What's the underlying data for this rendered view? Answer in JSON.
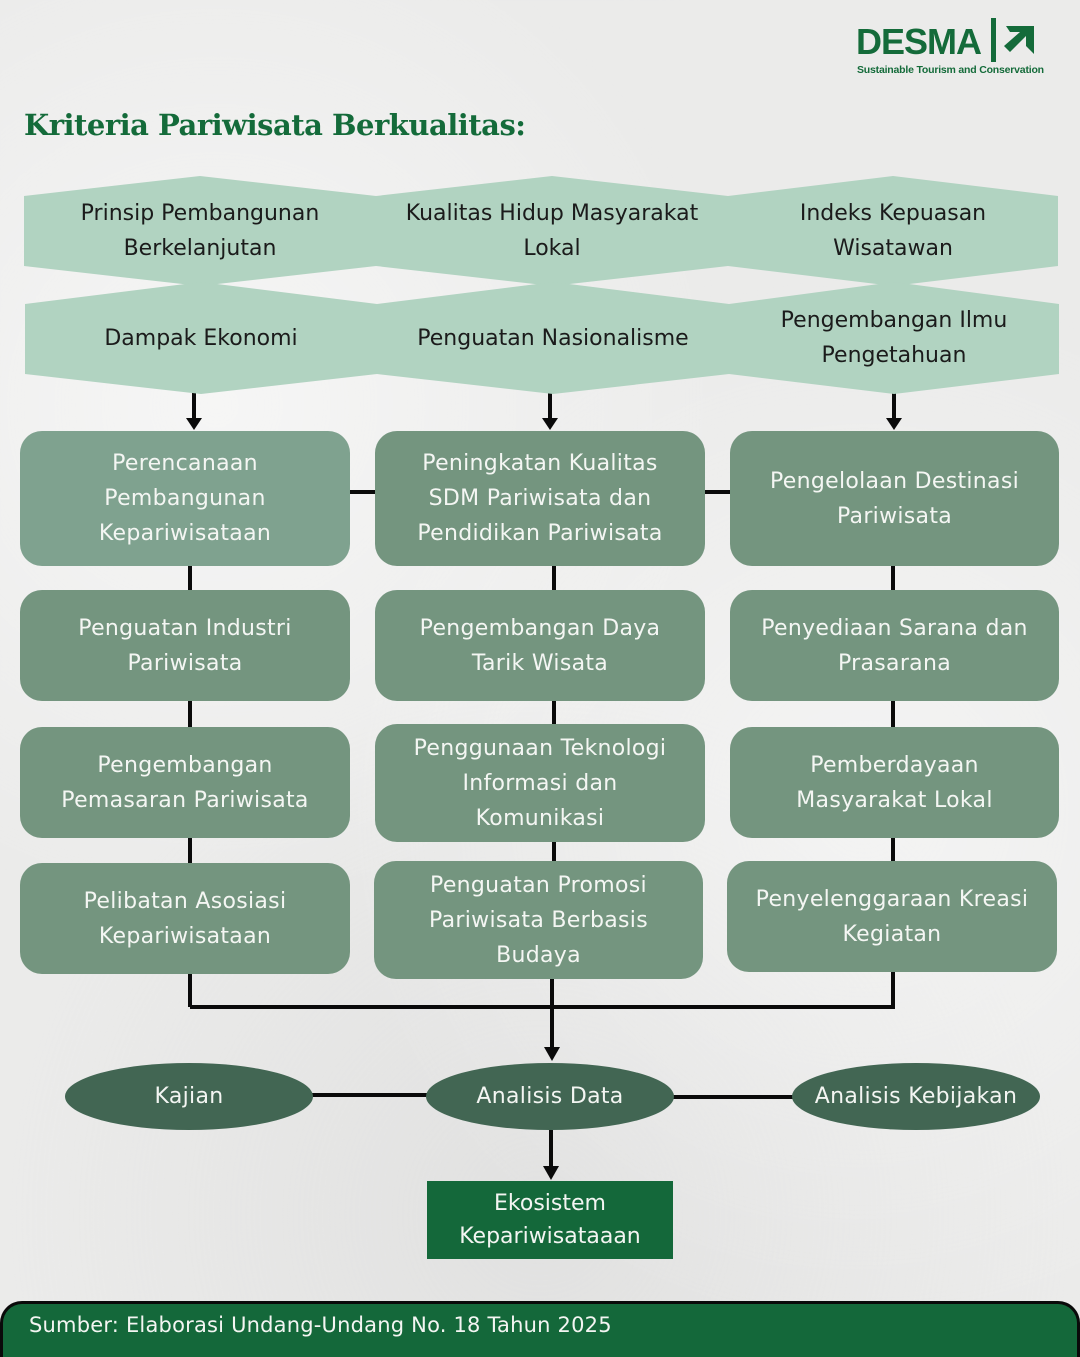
{
  "logo": {
    "wordmark": "DESMA",
    "tagline": "Sustainable Tourism and Conservation",
    "icon": "arrow-up-right-icon",
    "brand_color": "#146b3a"
  },
  "title": "Kriteria Pariwisata Berkualitas:",
  "criteria": {
    "row1": [
      "Prinsip Pembangunan Berkelanjutan",
      "Kualitas Hidup Masyarakat Lokal",
      "Indeks Kepuasan Wisatawan"
    ],
    "row1_lines": [
      [
        "Prinsip Pembangunan",
        "Berkelanjutan"
      ],
      [
        "Kualitas Hidup Masyarakat",
        "Lokal"
      ],
      [
        "Indeks Kepuasan",
        "Wisatawan"
      ]
    ],
    "row2_lines": [
      [
        "Dampak Ekonomi"
      ],
      [
        "Penguatan Nasionalisme"
      ],
      [
        "Pengembangan Ilmu",
        "Pengetahuan"
      ]
    ],
    "color": "#b1d3c1"
  },
  "columns": [
    {
      "items": [
        [
          "Perencanaan",
          "Pembangunan",
          "Kepariwisataan"
        ],
        [
          "Penguatan Industri",
          "Pariwisata"
        ],
        [
          "Pengembangan",
          "Pemasaran Pariwisata"
        ],
        [
          "Pelibatan Asosiasi",
          "Kepariwisataan"
        ]
      ]
    },
    {
      "items": [
        [
          "Peningkatan Kualitas",
          "SDM Pariwisata dan",
          "Pendidikan Pariwisata"
        ],
        [
          "Pengembangan Daya",
          "Tarik Wisata"
        ],
        [
          "Penggunaan Teknologi",
          "Informasi dan",
          "Komunikasi"
        ],
        [
          "Penguatan Promosi",
          "Pariwisata Berbasis",
          "Budaya"
        ]
      ]
    },
    {
      "items": [
        [
          "Pengelolaan Destinasi",
          "Pariwisata"
        ],
        [
          "Penyediaan Sarana dan",
          "Prasarana"
        ],
        [
          "Pemberdayaan",
          "Masyarakat Lokal"
        ],
        [
          "Penyelenggaraan Kreasi",
          "Kegiatan"
        ]
      ]
    }
  ],
  "analysis": {
    "left": "Kajian",
    "center": "Analisis Data",
    "right": "Analisis Kebijakan"
  },
  "result": [
    "Ekosistem",
    "Kepariwisataaan"
  ],
  "footer": "Sumber: Elaborasi Undang-Undang No. 18 Tahun 2025",
  "colors": {
    "box": "#74957f",
    "oval": "#426653",
    "final": "#14683a",
    "hex": "#b1d3c1"
  }
}
